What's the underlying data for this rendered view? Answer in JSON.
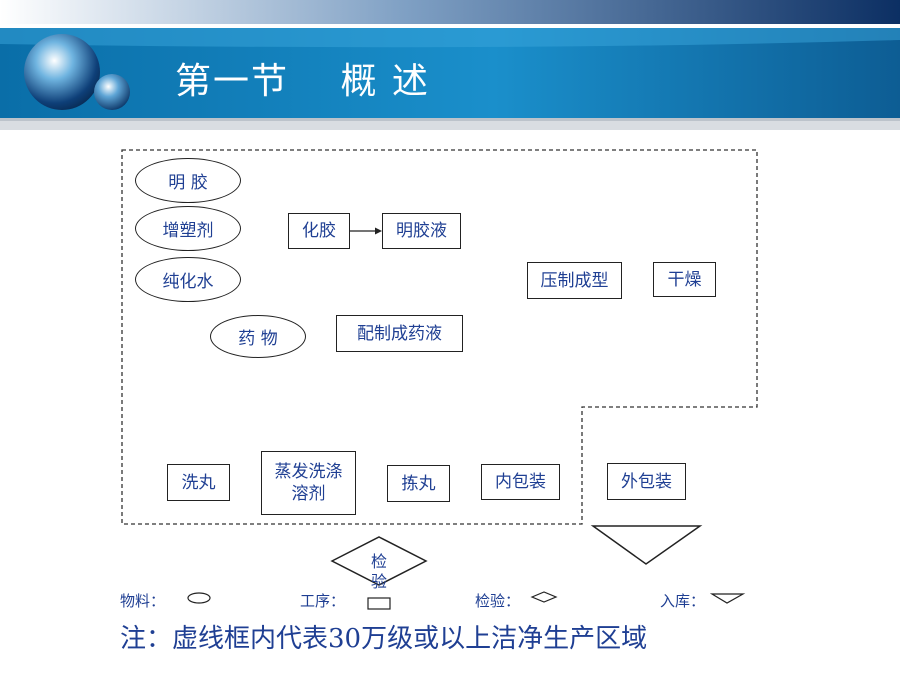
{
  "slide": {
    "title": "第一节　 概 述"
  },
  "materials": {
    "gelatin": "明 胶",
    "plasticizer": "增塑剂",
    "purified_water": "纯化水",
    "drug": "药 物"
  },
  "processes": {
    "dissolve_gelatin": "化胶",
    "gelatin_solution": "明胶液",
    "prepare_drug_solution": "配制成药液",
    "press_forming": "压制成型",
    "drying": "干燥",
    "wash_pills": "洗丸",
    "evaporate_solvent": "蒸发洗涤溶剂",
    "sort_pills": "拣丸",
    "inner_packaging": "内包装",
    "outer_packaging": "外包装"
  },
  "inspection": {
    "label": "检验"
  },
  "legend": {
    "material": "物料：",
    "process": "工序：",
    "inspection": "检验：",
    "storage": "入库："
  },
  "note": "注：虚线框内代表30万级或以上洁净生产区域"
}
